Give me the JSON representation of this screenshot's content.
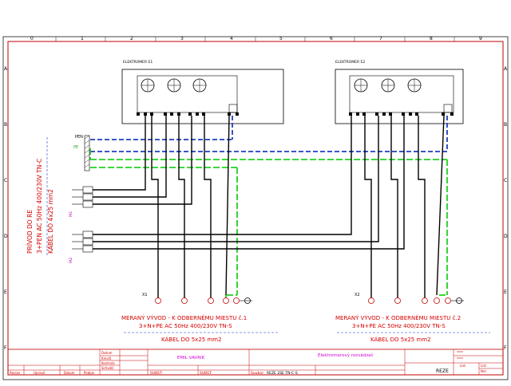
{
  "grid": {
    "cols": [
      "0",
      "1",
      "2",
      "3",
      "4",
      "5",
      "6",
      "7",
      "8",
      "9"
    ],
    "rows": [
      "A",
      "B",
      "C",
      "D",
      "E",
      "F"
    ]
  },
  "meters": {
    "box1_label": "ELEKTROMER E1",
    "box2_label": "ELEKTROMER E2"
  },
  "supply": {
    "pen": "PEN",
    "pe": "PE",
    "line1": "PRÍVOD DO RE",
    "line2": "3+PEN AC 50Hz 400/230V TN-C",
    "line3": "KÁBEL DO 4x25 mm2",
    "x_term_a": "FA1",
    "x_term_b": "FA2"
  },
  "outputs": {
    "x1": "X1",
    "x2": "X2",
    "out1_line1": "MERANÝ VÝVOD - K ODBERNÉMU MIESTU č.1",
    "out1_line2": "3+N+PE AC 50Hz 400/230V TN-S",
    "out2_line1": "MERANÝ VÝVOD - K ODBERNÉMU MIESTU č.2",
    "out2_line2": "3+N+PE AC 50Hz 400/230V TN-S",
    "cable": "KÁBEL DO 5x25 mm2"
  },
  "titleblock": {
    "datum": "Datum",
    "kreslil": "Kreslil",
    "kontrola": "Kontrola",
    "schvalil": "Schválil",
    "revize": "Revize",
    "upravil": "Upravil",
    "datum2": "Datum",
    "podpis": "Podpis",
    "author": "EMIL VAVRIK",
    "title": "Elektromerový rozvádzač",
    "subst1": "SUBST:",
    "subst2": "SUBST:",
    "soubor": "Soubor:",
    "soubor_val": "REZE 2SE TN-C-S",
    "code": "REZE",
    "list": "List",
    "nel": "Nel."
  },
  "colors": {
    "blue_pen": "#1f3fbf",
    "green_pe": "#22d022",
    "border_red": "#c00000",
    "wire": "#000000"
  }
}
